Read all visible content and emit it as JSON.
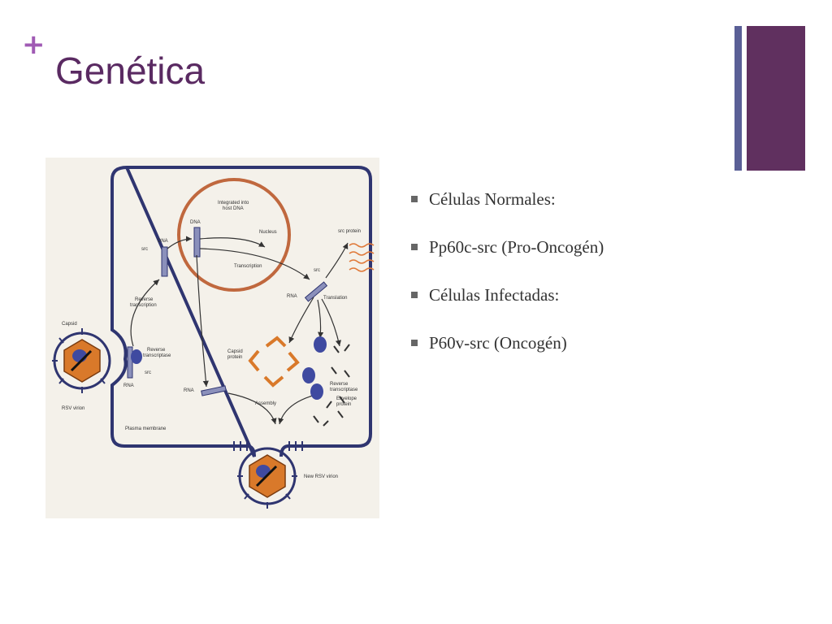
{
  "slide": {
    "title": "Genética",
    "plus_symbol": "+",
    "colors": {
      "title": "#5a2a62",
      "plus": "#a05ab4",
      "accent_bar_dark": "#60305f",
      "accent_bar_blue": "#5a5f96",
      "bullet_text": "#333333",
      "bullet_marker": "#666666"
    }
  },
  "bullets": [
    "Células Normales:",
    "Pp60c-src (Pro-Oncogén)",
    "Células Infectadas:",
    "P60v-src (Oncogén)"
  ],
  "diagram": {
    "labels": {
      "integrated": [
        "Integrated into",
        "host DNA"
      ],
      "nucleus": "Nucleus",
      "dna_top": "DNA",
      "dna_left": "DNA",
      "src_left": "src",
      "transcription": "Transcription",
      "src_protein": "src protein",
      "src_right": "src",
      "rna_mid": "RNA",
      "translation": "Translation",
      "reverse_transcription_left": [
        "Reverse",
        "transcription"
      ],
      "capsid_virion": "Capsid",
      "reverse_transcriptase_mid": [
        "Reverse",
        "transcriptase"
      ],
      "src_mid": "src",
      "rna_low": "RNA",
      "capsid_protein": [
        "Capsid",
        "protein"
      ],
      "rsv_virion": "RSV virion",
      "rna_bottom": "RNA",
      "assembly": "Assembly",
      "reverse_transcriptase_right": [
        "Reverse",
        "transcriptase"
      ],
      "envelope_protein": [
        "Envelope",
        "protein"
      ],
      "plasma_membrane": "Plasma membrane",
      "new_rsv_virion": "New RSV virion"
    }
  }
}
